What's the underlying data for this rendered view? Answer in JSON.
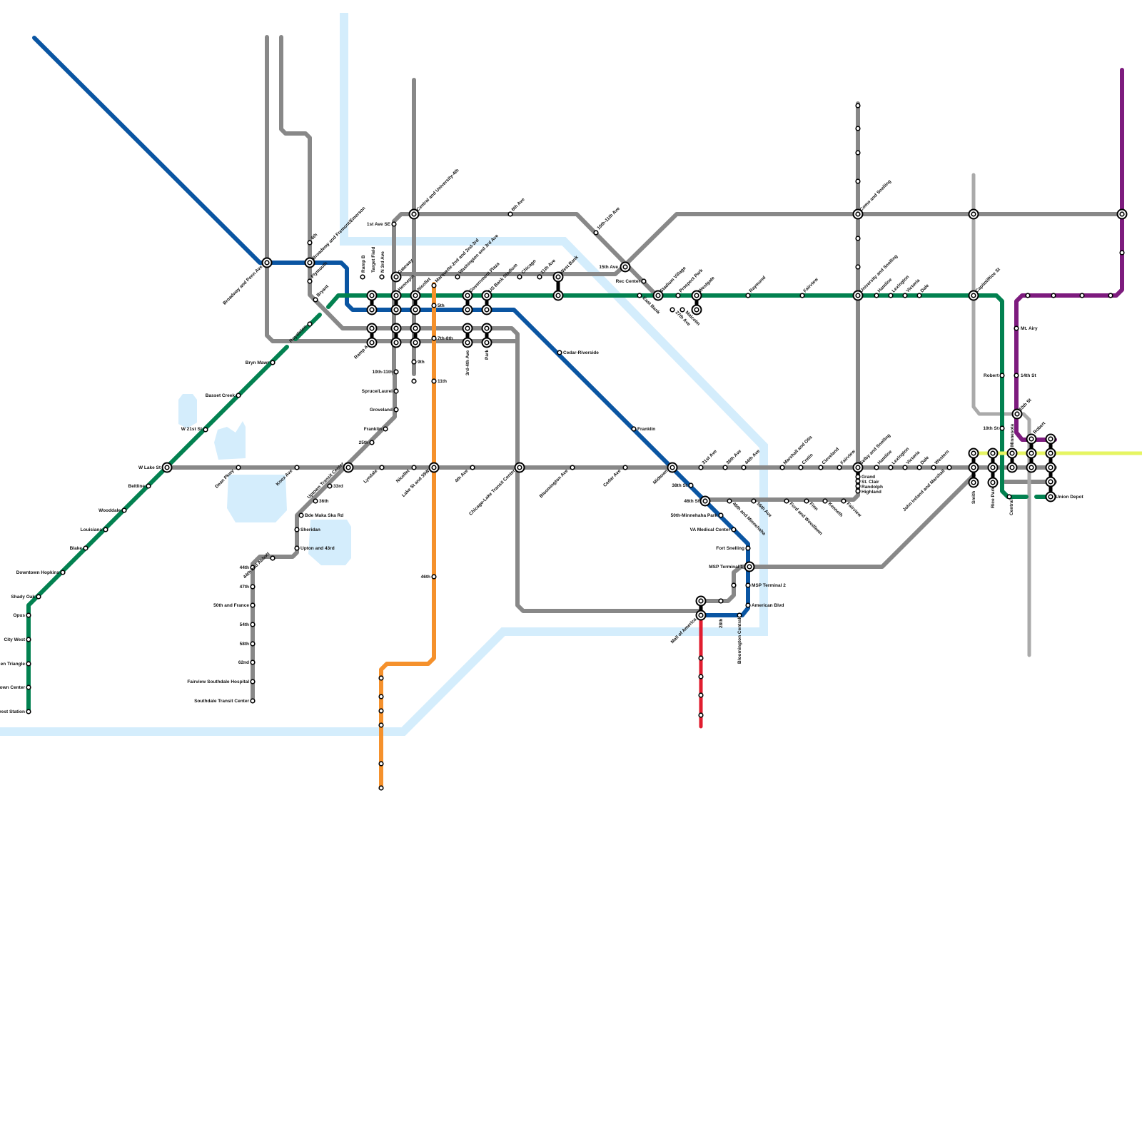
{
  "map": {
    "colors": {
      "water": "#d4edfc",
      "grey_line": "#888888",
      "light_grey_line": "#aaaaaa",
      "blue_line": "#0a55a2",
      "green_line": "#028150",
      "orange_line": "#f5912c",
      "red_line": "#e11d2f",
      "purple_line": "#7d1b7e",
      "yellow_line": "#e6f562",
      "station_outline": "#000000",
      "station_fill": "#ffffff"
    },
    "lines": [
      "grey",
      "light-grey",
      "blue",
      "green",
      "orange",
      "red",
      "purple",
      "yellow"
    ],
    "stations": {
      "broadway_penn": "Broadway and Penn Ave",
      "broadway_fremont": "Broadway and Fremont/Emerson",
      "s_6th_broadway": "6th",
      "plymouth": "Plymouth",
      "bryant": "Bryant",
      "royalston": "Royalston",
      "ramp_b": "Ramp B",
      "target_field": "Target Field",
      "n3rd": "N 3rd Ave",
      "ramp_a": "Ramp A",
      "first_ave_se": "1st Ave SE",
      "gateway": "Gateway",
      "hennepin": "Hennepin",
      "nicollet_top": "Nicollet",
      "central_university": "Central and University-4th",
      "marquette": "Marquette-2nd and 2nd-3rd",
      "washington_3rd": "Washington and 3rd Ave",
      "government_plaza": "Government Plaza",
      "us_bank_stadium": "US Bank Stadium",
      "chicago": "Chicago",
      "s_11th_ave": "11th Ave",
      "west_bank": "West Bank",
      "s_5th": "5th",
      "s_7th_8th": "7th-8th",
      "s_9th": "9th",
      "s_11th": "11th",
      "s_3rd_4th": "3rd-4th Ave",
      "park": "Park",
      "s_10th_11th": "10th-11th",
      "spruce_laurel": "Spruce/Laurel",
      "groveland": "Groveland",
      "franklin_w": "Franklin",
      "s_25th": "25th",
      "uptown": "Uptown Transit Center",
      "lyndale": "Lyndale",
      "nicollet_lake": "Nicollet",
      "lake_35w": "Lake St and 35W",
      "s_4th_ave": "4th Ave",
      "chicago_lake": "Chicago-Lake Transit Center",
      "bloomington_ave": "Bloomington Ave",
      "cedar_ave": "Cedar Ave",
      "midtown": "Midtown",
      "s_31st_ave": "31st Ave",
      "s_36th_ave": "36th Ave",
      "s_44th_ave": "44th Ave",
      "marshall_otis": "Marshall and Otis",
      "cretin": "Cretin",
      "cleveland": "Cleveland",
      "fairview_selby": "Fairview",
      "selby_snelling": "Selby and Snelling",
      "hamline_selby": "Hamline",
      "lexington_selby": "Lexington",
      "victoria_selby": "Victoria",
      "dale_selby": "Dale",
      "western": "Western",
      "john_ireland": "John Ireland and Marshall",
      "smith": "Smith",
      "rice_park": "Rice Park",
      "central_stp": "Central",
      "minnesota": "Minnesota",
      "robert_e": "Robert",
      "union_depot": "Union Depot",
      "grand": "Grand",
      "st_clair": "St. Clair",
      "randolph": "Randolph",
      "highland": "Highland",
      "s_6th_ave_top": "6th Ave",
      "s_10th_11th_ave": "10th-11th Ave",
      "s_15th_ave": "15th Ave",
      "rec_center": "Rec Center",
      "east_bank": "East Bank",
      "stadium_village": "Stadium Village",
      "prospect_park": "Prospect Park",
      "westgate": "Westgate",
      "s_27th_ave": "27th Ave",
      "malcolm": "Malcolm",
      "raymond": "Raymond",
      "fairview_univ": "Fairview",
      "university_snelling": "University and Snelling",
      "hamline_univ": "Hamline",
      "lexington_univ": "Lexington",
      "victoria_univ": "Victoria",
      "dale_univ": "Dale",
      "como_snelling": "Como and Snelling",
      "capitol_rice": "Capitol/Rice St",
      "robert_n": "Robert",
      "s_10th_st": "10th St",
      "mt_airy": "Mt. Airy",
      "s_14th_st": "14th St",
      "s_10th_st_e": "10th St",
      "cedar_riverside": "Cedar-Riverside",
      "franklin_e": "Franklin",
      "s_38th_st": "38th St",
      "s_46th_st": "46th St",
      "s_46th_minnehaha": "46th and Minnehaha",
      "s_56th_ave": "56th Ave",
      "ford_woodlawn": "Ford and Woodlawn",
      "finn": "Finn",
      "kenneth": "Kenneth",
      "fairview_ford": "Fairview",
      "s_50th_minnehaha": "50th-Minnehaha Park",
      "va_medical": "VA Medical Center",
      "fort_snelling": "Fort Snelling",
      "msp_t1": "MSP Terminal 1",
      "msp_t2": "MSP Terminal 2",
      "american_blvd": "American Blvd",
      "bloomington_central": "Bloomington Central",
      "s_28th": "28th",
      "mall_of_america": "Mall of America",
      "s_46th_orange": "46th",
      "w_lake_st": "W Lake St",
      "dean_pkwy": "Dean Pkwy",
      "knox_ave": "Knox Ave",
      "s_33rd": "33rd",
      "s_36th": "36th",
      "bde_maka_ska": "Bde Maka Ska Rd",
      "sheridan": "Sheridan",
      "upton_43rd": "Upton and 43rd",
      "s_44th_abbott": "44th and Abbott",
      "s_44th": "44th",
      "s_47th": "47th",
      "s_50th_france": "50th and France",
      "s_54th": "54th",
      "s_58th": "58th",
      "s_62nd": "62nd",
      "fairview_southdale": "Fairview Southdale Hospital",
      "southdale": "Southdale Transit Center",
      "bryn_mawr": "Bryn Mawr",
      "basset_creek": "Basset Creek",
      "w_21st": "W 21st St",
      "beltline": "Beltline",
      "wooddale": "Wooddale",
      "louisiana": "Louisiana",
      "blake": "Blake",
      "downtown_hopkins": "Downtown Hopkins",
      "shady_oak": "Shady Oak",
      "opus": "Opus",
      "city_west": "City West",
      "golden_triangle": "en Triangle",
      "town_center": "own Center",
      "southwest_station": "rest Station"
    }
  }
}
